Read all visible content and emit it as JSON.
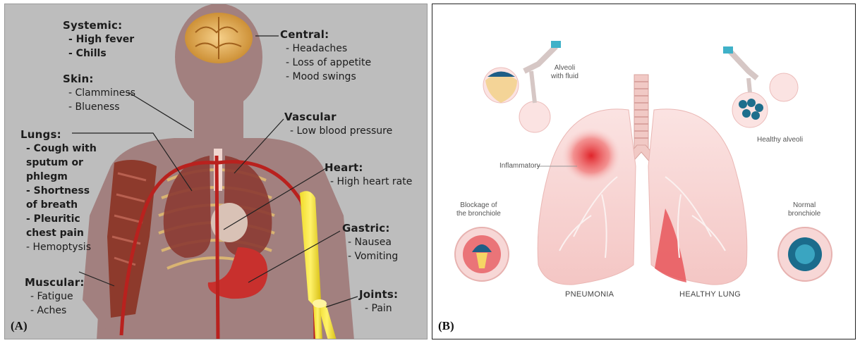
{
  "panel_a": {
    "letter": "(A)",
    "systemic": {
      "title": "Systemic:",
      "items": [
        "- High fever",
        "- Chills"
      ]
    },
    "skin": {
      "title": "Skin:",
      "items": [
        "- Clamminess",
        "- Blueness"
      ]
    },
    "lungs": {
      "title": "Lungs:",
      "items": [
        "- Cough with",
        "sputum or",
        "phlegm",
        "- Shortness",
        "of breath",
        "- Pleuritic",
        "chest pain",
        "- Hemoptysis"
      ]
    },
    "muscular": {
      "title": "Muscular:",
      "items": [
        "- Fatigue",
        "- Aches"
      ]
    },
    "central": {
      "title": "Central:",
      "items": [
        "- Headaches",
        "- Loss of appetite",
        "- Mood swings"
      ]
    },
    "vascular": {
      "title": "Vascular",
      "items": [
        "- Low blood pressure"
      ]
    },
    "heart": {
      "title": "Heart:",
      "items": [
        "- High heart rate"
      ]
    },
    "gastric": {
      "title": "Gastric:",
      "items": [
        "- Nausea",
        "- Vomiting"
      ]
    },
    "joints": {
      "title": "Joints:",
      "items": [
        "- Pain"
      ]
    }
  },
  "panel_b": {
    "letter": "(B)",
    "alveoli_fluid": [
      "Alveoli",
      "with fluid"
    ],
    "healthy_alveoli": "Healthy alveoli",
    "inflammatory": "Inflammatory",
    "blockage": [
      "Blockage of",
      "the bronchiole"
    ],
    "normal_bronchiole": [
      "Normal",
      "bronchiole"
    ],
    "pneumonia": "PNEUMONIA",
    "healthy_lung": "HEALTHY LUNG"
  },
  "colors": {
    "panel_a_bg": "#bdbdbd",
    "body_silhouette": "#a2807f",
    "inflamed_red": "#e0242a",
    "lung_pink": "#f7d5d3"
  }
}
